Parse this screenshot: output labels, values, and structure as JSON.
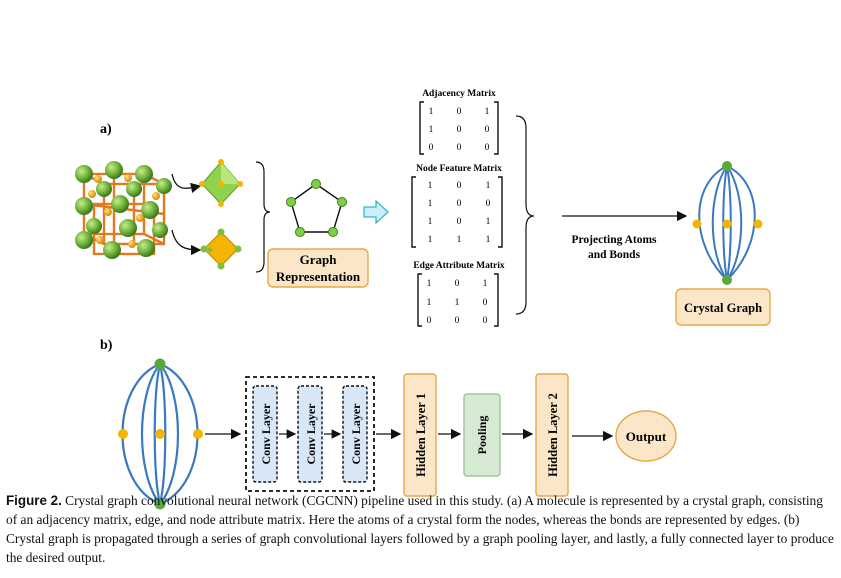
{
  "panel_a": {
    "label": "a)",
    "graph_representation": {
      "line1": "Graph",
      "line2": "Representation"
    },
    "matrices": [
      {
        "title": "Adjacency Matrix",
        "rows": [
          [
            "1",
            "0",
            "1"
          ],
          [
            "1",
            "0",
            "0"
          ],
          [
            "0",
            "0",
            "0"
          ]
        ]
      },
      {
        "title": "Node Feature Matrix",
        "rows": [
          [
            "1",
            "0",
            "1"
          ],
          [
            "1",
            "0",
            "0"
          ],
          [
            "1",
            "0",
            "1"
          ],
          [
            "1",
            "1",
            "1"
          ]
        ]
      },
      {
        "title": "Edge Attribute Matrix",
        "rows": [
          [
            "1",
            "0",
            "1"
          ],
          [
            "1",
            "1",
            "0"
          ],
          [
            "0",
            "0",
            "0"
          ]
        ]
      }
    ],
    "projecting": {
      "line1": "Projecting Atoms",
      "line2": "and Bonds"
    },
    "crystal_graph_label": "Crystal Graph"
  },
  "panel_b": {
    "label": "b)",
    "conv_layers": [
      "Conv Layer",
      "Conv Layer",
      "Conv Layer"
    ],
    "hidden1": "Hidden Layer 1",
    "pooling": "Pooling",
    "hidden2": "Hidden Layer 2",
    "output": "Output"
  },
  "colors": {
    "accent_box": "#fbe7c8",
    "accent_border": "#e6a94a",
    "pool_fill": "#d6ead3",
    "pool_border": "#9fc69a",
    "conv_fill": "#d7e7f6",
    "graph_edge": "#3a78c2",
    "node_green": "#5aa83d",
    "node_yellow": "#f4b400"
  },
  "caption": {
    "label": "Figure 2.",
    "text": " Crystal graph convolutional neural network (CGCNN) pipeline used in this study. (a) A molecule is represented by a crystal graph, consisting of an adjacency matrix, edge, and node attribute matrix. Here the atoms of a crystal form the nodes, whereas the bonds are represented by edges. (b) Crystal graph is propagated through a series of graph convolutional layers followed by a graph pooling layer, and lastly, a fully connected layer to produce the desired output."
  }
}
